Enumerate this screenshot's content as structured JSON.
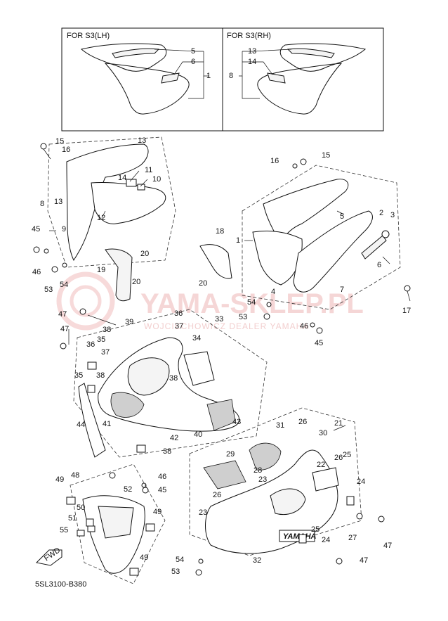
{
  "headers": {
    "lh": "FOR S3(LH)",
    "rh": "FOR S3(RH)"
  },
  "watermark": {
    "main": "YAMA-SKLEP.PL",
    "sub": "WOJCIECHOWICZ DEALER YAMAHA"
  },
  "diagram_code": "5SL3100-B380",
  "fwd_label": "FWD",
  "brand_decal": "YAMAHA",
  "callouts": [
    {
      "id": "c1",
      "text": "1"
    },
    {
      "id": "c2",
      "text": "5"
    },
    {
      "id": "c3",
      "text": "6"
    },
    {
      "id": "c4",
      "text": "13"
    },
    {
      "id": "c5",
      "text": "14"
    },
    {
      "id": "c6",
      "text": "8"
    },
    {
      "id": "c7",
      "text": "15"
    },
    {
      "id": "c8",
      "text": "16"
    },
    {
      "id": "c9",
      "text": "13"
    },
    {
      "id": "c10",
      "text": "14"
    },
    {
      "id": "c11",
      "text": "11"
    },
    {
      "id": "c12",
      "text": "10"
    },
    {
      "id": "c13",
      "text": "8"
    },
    {
      "id": "c14",
      "text": "13"
    },
    {
      "id": "c15",
      "text": "12"
    },
    {
      "id": "c16",
      "text": "9"
    },
    {
      "id": "c17",
      "text": "45"
    },
    {
      "id": "c18",
      "text": "46"
    },
    {
      "id": "c19",
      "text": "53"
    },
    {
      "id": "c20",
      "text": "54"
    },
    {
      "id": "c21",
      "text": "19"
    },
    {
      "id": "c22",
      "text": "20"
    },
    {
      "id": "c23",
      "text": "20"
    },
    {
      "id": "c24",
      "text": "18"
    },
    {
      "id": "c25",
      "text": "20"
    },
    {
      "id": "c26",
      "text": "16"
    },
    {
      "id": "c27",
      "text": "15"
    },
    {
      "id": "c28",
      "text": "5"
    },
    {
      "id": "c29",
      "text": "2"
    },
    {
      "id": "c30",
      "text": "3"
    },
    {
      "id": "c31",
      "text": "1"
    },
    {
      "id": "c32",
      "text": "6"
    },
    {
      "id": "c33",
      "text": "4"
    },
    {
      "id": "c34",
      "text": "7"
    },
    {
      "id": "c35",
      "text": "17"
    },
    {
      "id": "c36",
      "text": "54"
    },
    {
      "id": "c37",
      "text": "53"
    },
    {
      "id": "c38",
      "text": "46"
    },
    {
      "id": "c39",
      "text": "45"
    },
    {
      "id": "c40",
      "text": "47"
    },
    {
      "id": "c41",
      "text": "36"
    },
    {
      "id": "c42",
      "text": "33"
    },
    {
      "id": "c43",
      "text": "39"
    },
    {
      "id": "c44",
      "text": "37"
    },
    {
      "id": "c45",
      "text": "38"
    },
    {
      "id": "c46",
      "text": "47"
    },
    {
      "id": "c47",
      "text": "35"
    },
    {
      "id": "c48",
      "text": "34"
    },
    {
      "id": "c49",
      "text": "36"
    },
    {
      "id": "c50",
      "text": "37"
    },
    {
      "id": "c51",
      "text": "38"
    },
    {
      "id": "c52",
      "text": "35"
    },
    {
      "id": "c53",
      "text": "38"
    },
    {
      "id": "c54",
      "text": "41"
    },
    {
      "id": "c55",
      "text": "42"
    },
    {
      "id": "c56",
      "text": "40"
    },
    {
      "id": "c57",
      "text": "43"
    },
    {
      "id": "c58",
      "text": "44"
    },
    {
      "id": "c59",
      "text": "38"
    },
    {
      "id": "c60",
      "text": "46"
    },
    {
      "id": "c61",
      "text": "45"
    },
    {
      "id": "c62",
      "text": "52"
    },
    {
      "id": "c63",
      "text": "49"
    },
    {
      "id": "c64",
      "text": "48"
    },
    {
      "id": "c65",
      "text": "50"
    },
    {
      "id": "c66",
      "text": "51"
    },
    {
      "id": "c67",
      "text": "55"
    },
    {
      "id": "c68",
      "text": "49"
    },
    {
      "id": "c69",
      "text": "49"
    },
    {
      "id": "c70",
      "text": "21"
    },
    {
      "id": "c71",
      "text": "31"
    },
    {
      "id": "c72",
      "text": "26"
    },
    {
      "id": "c73",
      "text": "30"
    },
    {
      "id": "c74",
      "text": "25"
    },
    {
      "id": "c75",
      "text": "29"
    },
    {
      "id": "c76",
      "text": "22"
    },
    {
      "id": "c77",
      "text": "26"
    },
    {
      "id": "c78",
      "text": "28"
    },
    {
      "id": "c79",
      "text": "23"
    },
    {
      "id": "c80",
      "text": "24"
    },
    {
      "id": "c81",
      "text": "26"
    },
    {
      "id": "c82",
      "text": "23"
    },
    {
      "id": "c83",
      "text": "27"
    },
    {
      "id": "c84",
      "text": "47"
    },
    {
      "id": "c85",
      "text": "25"
    },
    {
      "id": "c86",
      "text": "24"
    },
    {
      "id": "c87",
      "text": "47"
    },
    {
      "id": "c88",
      "text": "32"
    },
    {
      "id": "c89",
      "text": "54"
    },
    {
      "id": "c90",
      "text": "53"
    }
  ]
}
